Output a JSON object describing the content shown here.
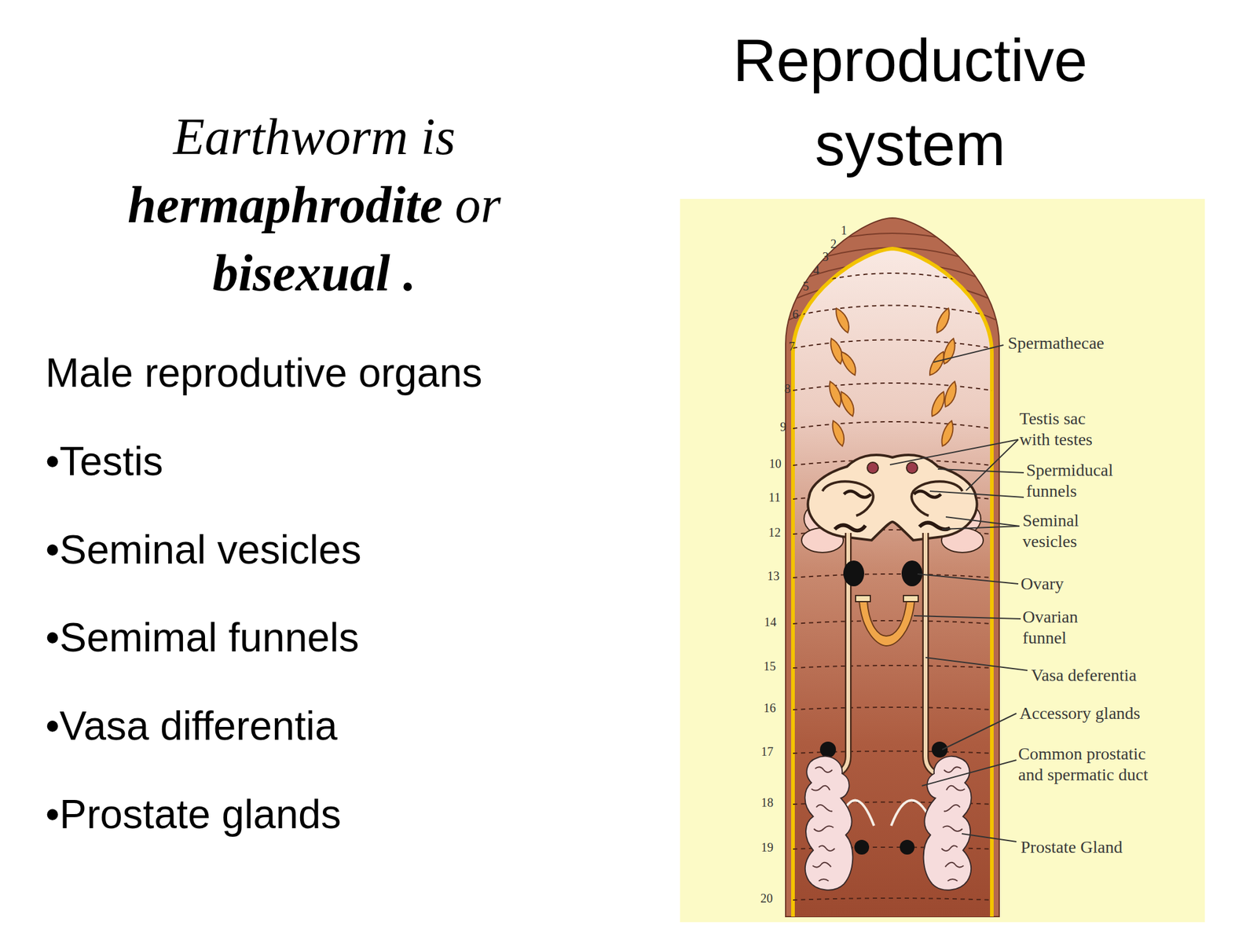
{
  "diagram": {
    "title": "Reproductive system",
    "labels": [
      "Earthworm is",
      "hermaphrodite",
      "or",
      "bisexual .",
      "Male reprodutive organs",
      "•Testis",
      "•Seminal vesicles",
      "•Semimal funnels",
      "•Vasa differentia",
      "•Prostate glands",
      "1",
      "2",
      "3",
      "4",
      "5",
      "6",
      "7",
      "8",
      "9",
      "10",
      "11",
      "12",
      "13",
      "14",
      "15",
      "16",
      "17",
      "18",
      "19",
      "20",
      "Spermathecae",
      "Testis sac with testes",
      "Spermiducal funnels",
      "Seminal vesicles",
      "Ovary",
      "Ovarian funnel",
      "Vasa deferentia",
      "Accessory glands",
      "Common prostatic and spermatic duct",
      "Prostate Gland"
    ]
  }
}
